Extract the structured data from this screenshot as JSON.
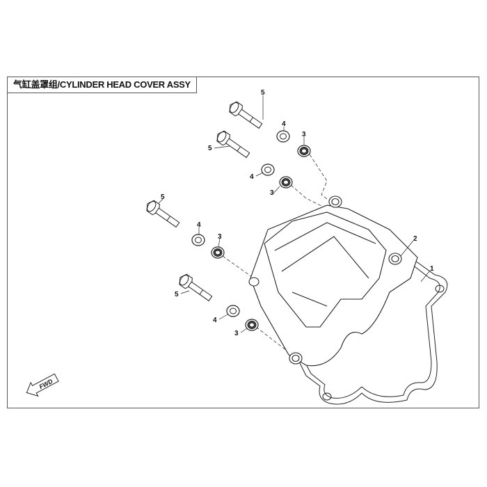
{
  "title": "气缸盖罩组/CYLINDER HEAD COVER ASSY",
  "fwd_label": "FWD",
  "callouts": {
    "a5": "5",
    "a4": "4",
    "a3": "3",
    "b5": "5",
    "b4": "4",
    "b3": "3",
    "c5": "5",
    "c4": "4",
    "c3": "3",
    "d5": "5",
    "d4": "4",
    "d3": "3",
    "p2": "2",
    "p1": "1"
  }
}
